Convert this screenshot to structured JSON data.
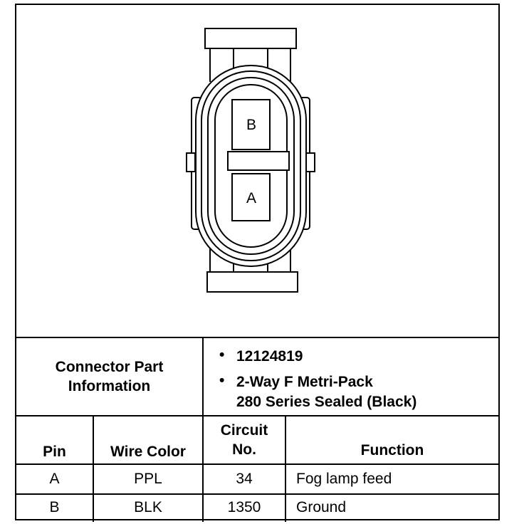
{
  "connector": {
    "cavity_top_label": "B",
    "cavity_bottom_label": "A"
  },
  "part_info": {
    "label_line1": "Connector Part",
    "label_line2": "Information",
    "part_number": "12124819",
    "description_line1": "2-Way F Metri-Pack",
    "description_line2": "280 Series Sealed (Black)"
  },
  "table": {
    "headers": {
      "pin": "Pin",
      "wire_color": "Wire Color",
      "circuit_line1": "Circuit",
      "circuit_line2": "No.",
      "function": "Function"
    },
    "rows": [
      {
        "pin": "A",
        "wire_color": "PPL",
        "circuit": "34",
        "function": "Fog lamp feed"
      },
      {
        "pin": "B",
        "wire_color": "BLK",
        "circuit": "1350",
        "function": "Ground"
      }
    ]
  },
  "colors": {
    "line": "#000000",
    "background": "#ffffff"
  }
}
